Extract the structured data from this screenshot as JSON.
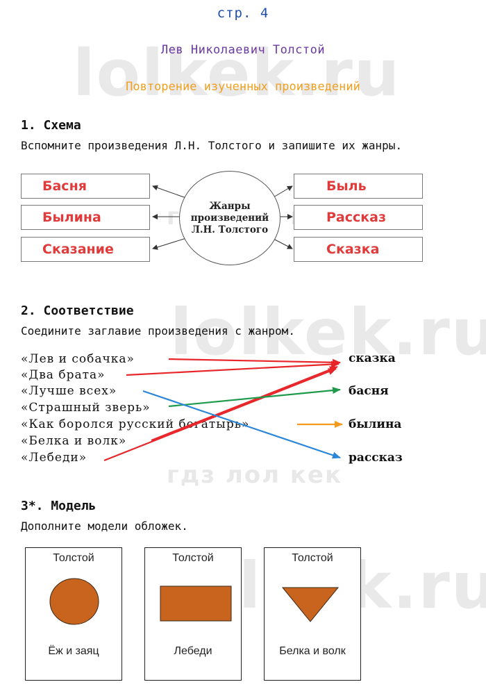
{
  "header": {
    "page": "стр. 4",
    "author": "Лев Николаевич Толстой",
    "subtitle": "Повторение изученных произведений"
  },
  "watermarks": {
    "site": "lolkek.ru",
    "gdz": "гдз лол кек"
  },
  "section1": {
    "title": "1. Схема",
    "instruction": "Вспомните произведения Л.Н. Толстого и запишите их жанры.",
    "center": [
      "Жанры",
      "произведений",
      "Л.Н. Толстого"
    ],
    "left_genres": [
      "Басня",
      "Былина",
      "Сказание"
    ],
    "right_genres": [
      "Быль",
      "Рассказ",
      "Сказка"
    ]
  },
  "section2": {
    "title": "2. Соответствие",
    "instruction": "Соедините заглавие произведения с жанром.",
    "titles": [
      "«Лев и собачка»",
      "«Два брата»",
      "«Лучше всех»",
      "«Страшный зверь»",
      "«Как боролся русский богатырь»",
      "«Белка и волк»",
      "«Лебеди»"
    ],
    "genres": [
      "сказка",
      "басня",
      "былина",
      "рассказ"
    ],
    "colors": {
      "skazka": "#e8262a",
      "basnya": "#1f9a4a",
      "bylina": "#f39a1e",
      "rasskaz": "#2a86d9"
    }
  },
  "section3": {
    "title": "3*. Модель",
    "instruction": "Дополните модели обложек.",
    "cards": [
      {
        "author": "Толстой",
        "title": "Ёж и заяц",
        "shape": "circle"
      },
      {
        "author": "Толстой",
        "title": "Лебеди",
        "shape": "rectangle"
      },
      {
        "author": "Толстой",
        "title": "Белка и волк",
        "shape": "triangle"
      }
    ],
    "shape_color": "#c8641e"
  }
}
